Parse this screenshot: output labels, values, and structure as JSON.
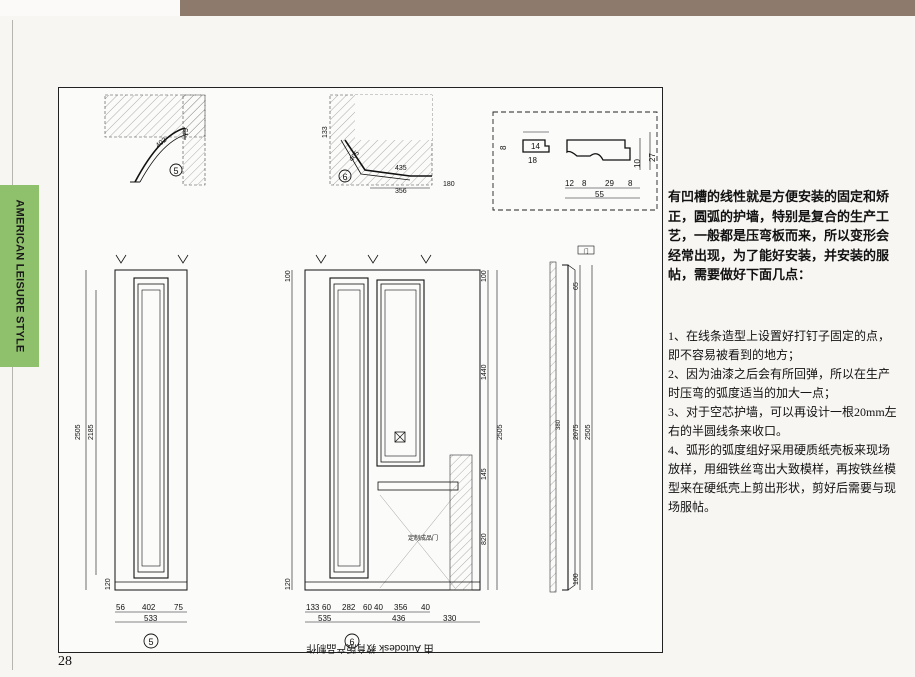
{
  "side_tab": {
    "label": "AMERICAN LEISURE STYLE"
  },
  "page_number": "28",
  "text": {
    "intro": "有凹槽的线性就是方便安装的固定和矫正，圆弧的护墙，特别是复合的生产工艺，一般都是压弯板而来，所以变形会经常出现，为了能好安装，并安装的服帖，需要做好下面几点：",
    "points": [
      "1、在线条造型上设置好打钉子固定的点，即不容易被看到的地方；",
      "2、因为油漆之后会有所回弹，所以在生产时压弯的弧度适当的加大一点；",
      "3、对于空芯护墙，可以再设计一根20mm左右的半圆线条来收口。",
      "4、弧形的弧度组好采用硬质纸壳板来现场放样，用细铁丝弯出大致模样，再按铁丝模型来在硬纸壳上剪出形状，剪好后需要与现场服帖。"
    ]
  },
  "drawing": {
    "watermark": "由 Autodesk 教育版产品制作",
    "callouts": {
      "c5": "5",
      "c6": "6"
    },
    "plan1_dims": [
      "402",
      "75"
    ],
    "plan2_dims": [
      "133",
      "405",
      "435",
      "356",
      "180"
    ],
    "profile_dims": {
      "top": [
        "8",
        "14",
        "18",
        "27",
        "10"
      ],
      "bottom": [
        "12",
        "8",
        "29",
        "8",
        "55"
      ]
    },
    "elev1_dims": {
      "bottom_row1": [
        "56",
        "402",
        "75"
      ],
      "bottom_row2": "533",
      "vertical": [
        "2505",
        "2185",
        "120"
      ]
    },
    "elev2_dims": {
      "bottom_row1": [
        "133",
        "60",
        "282",
        "60",
        "40",
        "356",
        "40"
      ],
      "bottom_row2": [
        "535",
        "436",
        "330"
      ],
      "left": [
        "100",
        "120"
      ],
      "right": [
        "100",
        "1440",
        "2505",
        "145",
        "820"
      ]
    },
    "section_dims": [
      "2075",
      "2505",
      "380",
      "100",
      "65"
    ],
    "tag_label": "门",
    "inner_label": "定制成品门"
  }
}
